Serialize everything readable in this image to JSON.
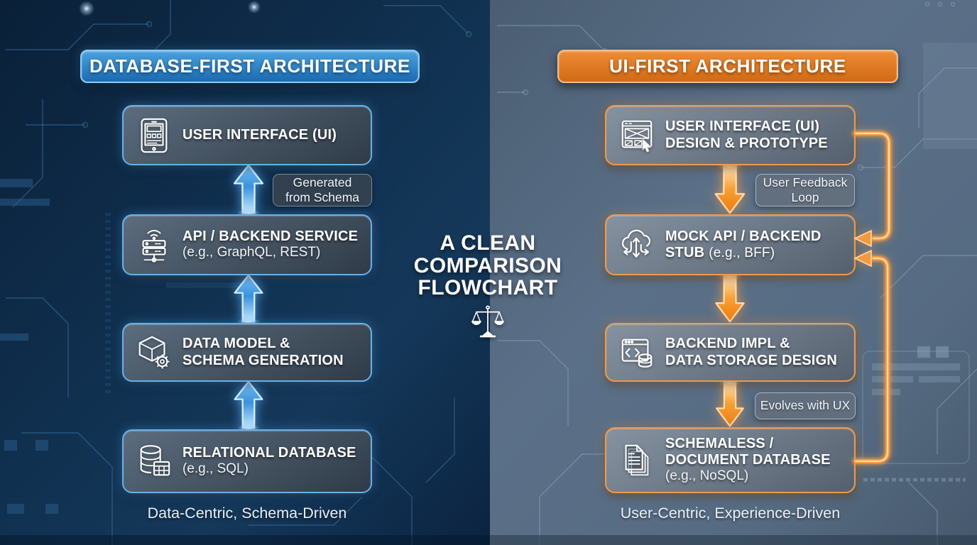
{
  "center": {
    "lines": [
      "A CLEAN",
      "COMPARISON",
      "FLOWCHART"
    ],
    "icon": "scales-icon"
  },
  "background": {
    "left_color": "#0e2845",
    "right_color": "#55697f"
  },
  "left_panel": {
    "header": "DATABASE-FIRST ARCHITECTURE",
    "accent_color": "#2f8ad0",
    "arrow_color": "#4fb0f5",
    "flow_direction": "up",
    "boxes": [
      {
        "icon": "tablet-icon",
        "title1": "USER INTERFACE (UI)"
      },
      {
        "icon": "server-wifi-icon",
        "title1": "API / BACKEND SERVICE",
        "subtitle": "(e.g., GraphQL, REST)"
      },
      {
        "icon": "cube-gear-icon",
        "title1": "DATA MODEL &",
        "title2": "SCHEMA GENERATION"
      },
      {
        "icon": "database-table-icon",
        "title1": "RELATIONAL DATABASE",
        "subtitle": "(e.g., SQL)"
      }
    ],
    "badge": {
      "line1": "Generated",
      "line2": "from Schema"
    },
    "caption": "Data-Centric, Schema-Driven"
  },
  "right_panel": {
    "header": "UI-FIRST ARCHITECTURE",
    "accent_color": "#e0782a",
    "arrow_color": "#f59a3c",
    "flow_direction": "down",
    "boxes": [
      {
        "icon": "wireframe-cursor-icon",
        "title1": "USER INTERFACE (UI)",
        "title2": "DESIGN & PROTOTYPE"
      },
      {
        "icon": "cloud-arrows-icon",
        "title1": "MOCK API / BACKEND",
        "title2": "STUB",
        "subtitle_inline": "(e.g., BFF)"
      },
      {
        "icon": "code-window-db-icon",
        "title1": "BACKEND IMPL &",
        "title2": "DATA STORAGE DESIGN"
      },
      {
        "icon": "documents-icon",
        "title1": "SCHEMALESS /",
        "title2": "DOCUMENT DATABASE",
        "subtitle": "(e.g., NoSQL)"
      }
    ],
    "badge_top": {
      "line1": "User Feedback",
      "line2": "Loop"
    },
    "badge_bottom": {
      "line1": "Evolves with UX"
    },
    "caption": "User-Centric, Experience-Driven"
  }
}
